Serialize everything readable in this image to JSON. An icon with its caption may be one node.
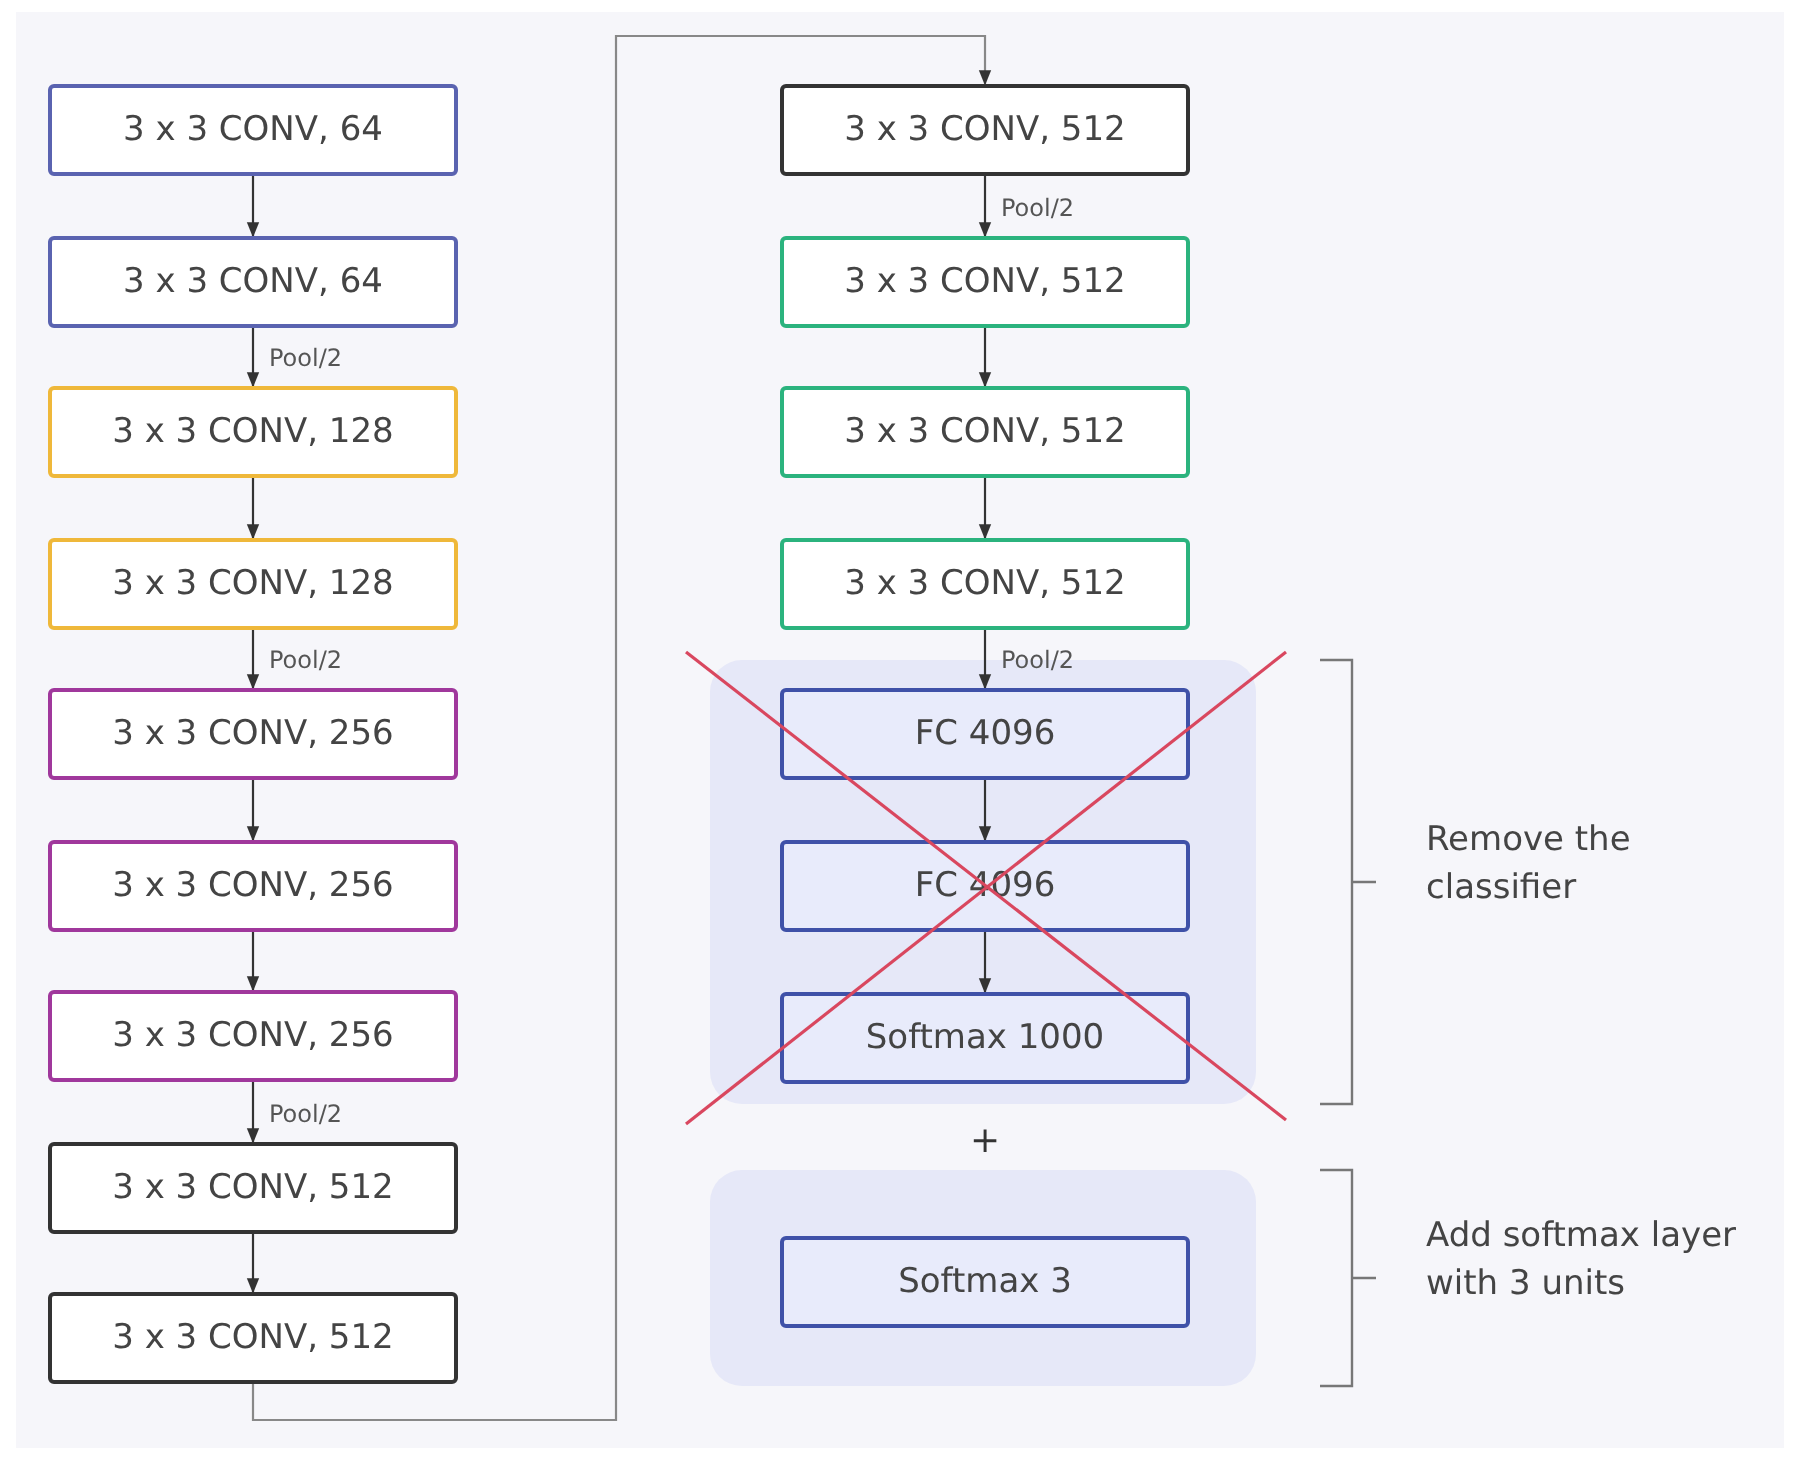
{
  "diagram": {
    "nodes": [
      {
        "text": [
          "3 x 3 CONV, 64"
        ]
      },
      {
        "text": [
          "3 x 3 CONV, 64"
        ]
      },
      {
        "text": [
          "3 x 3 CONV, 128"
        ]
      },
      {
        "text": [
          "3 x 3 CONV, 128"
        ]
      },
      {
        "text": [
          "3 x 3 CONV, 256"
        ]
      },
      {
        "text": [
          "3 x 3 CONV, 256"
        ]
      },
      {
        "text": [
          "3 x 3 CONV, 256"
        ]
      },
      {
        "text": [
          "3 x 3 CONV, 512"
        ]
      },
      {
        "text": [
          "3 x 3 CONV, 512"
        ]
      },
      {
        "text": [
          "3 x 3 CONV, 512"
        ]
      },
      {
        "text": [
          "3 x 3 CONV, 512"
        ]
      },
      {
        "text": [
          "3 x 3 CONV, 512"
        ]
      },
      {
        "text": [
          "3 x 3 CONV, 512"
        ]
      },
      {
        "text": [],
        "shape": "box"
      },
      {
        "text": [
          "FC 4096"
        ],
        "in": 13
      },
      {
        "text": [
          "FC 4096"
        ],
        "in": 13
      },
      {
        "text": [
          "Softmax 1000"
        ],
        "in": 13
      },
      {
        "text": [],
        "shape": "box"
      },
      {
        "text": [
          "Softmax 3"
        ],
        "in": 17
      }
    ],
    "edges": [
      {
        "from": 0,
        "to": 1,
        "arrow": "to"
      },
      {
        "from": 1,
        "to": 2,
        "arrow": "to",
        "label": "Pool/2"
      },
      {
        "from": 2,
        "to": 3,
        "arrow": "to"
      },
      {
        "from": 3,
        "to": 4,
        "arrow": "to",
        "label": "Pool/2"
      },
      {
        "from": 4,
        "to": 5,
        "arrow": "to"
      },
      {
        "from": 5,
        "to": 6,
        "arrow": "to"
      },
      {
        "from": 6,
        "to": 7,
        "arrow": "to",
        "label": "Pool/2"
      },
      {
        "from": 7,
        "to": 8,
        "arrow": "to"
      },
      {
        "from": 8,
        "to": 9,
        "arrow": "to"
      },
      {
        "from": 9,
        "to": 10,
        "arrow": "to",
        "label": "Pool/2"
      },
      {
        "from": 10,
        "to": 11,
        "arrow": "to"
      },
      {
        "from": 11,
        "to": 12,
        "arrow": "to"
      },
      {
        "from": 12,
        "to": 14,
        "arrow": "to",
        "label": "Pool/2"
      },
      {
        "from": 14,
        "to": 15,
        "arrow": "to"
      },
      {
        "from": 15,
        "to": 16,
        "arrow": "to"
      }
    ],
    "labels": [
      "Remove the classifier",
      "+",
      "Add softmax layer with 3 units"
    ]
  }
}
